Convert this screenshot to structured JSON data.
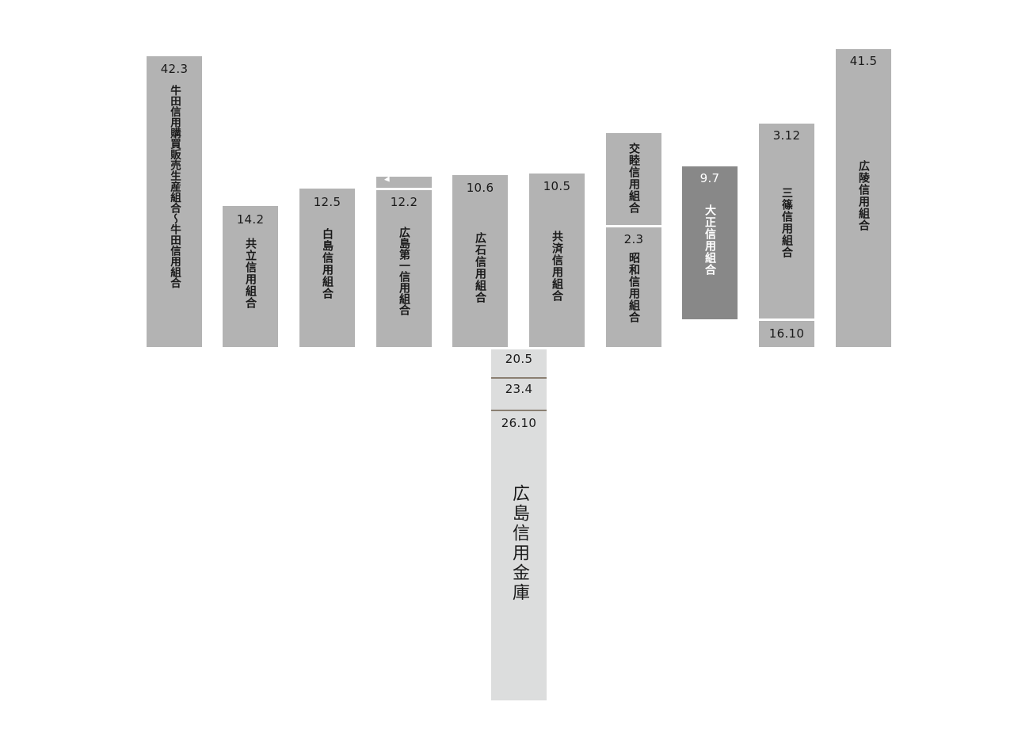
{
  "columns": {
    "ushita": {
      "date": "42.3",
      "name": "牛田信用購買販売生産組合～牛田信用組合"
    },
    "kyoritsu": {
      "date": "14.2",
      "name": "共立信用組合"
    },
    "hakushima": {
      "date": "12.5",
      "name": "白島信用組合"
    },
    "hiroshima_daiichi": {
      "date": "12.2",
      "name": "広島第一信用組合"
    },
    "koseki": {
      "date": "10.6",
      "name": "広石信用組合"
    },
    "kyosai": {
      "date": "10.5",
      "name": "共済信用組合"
    },
    "koboku": {
      "name": "交睦信用組合"
    },
    "showa": {
      "date": "2.3",
      "name": "昭和信用組合"
    },
    "taisho": {
      "date": "9.7",
      "name": "大正信用組合"
    },
    "sanjo": {
      "date": "3.12",
      "name": "三篠信用組合",
      "end_date": "16.10"
    },
    "koryo": {
      "date": "41.5",
      "name": "広陵信用組合"
    },
    "hiroshima_shinkin": {
      "dates": [
        "20.5",
        "23.4",
        "26.10"
      ],
      "name": "広島信用金庫"
    }
  }
}
